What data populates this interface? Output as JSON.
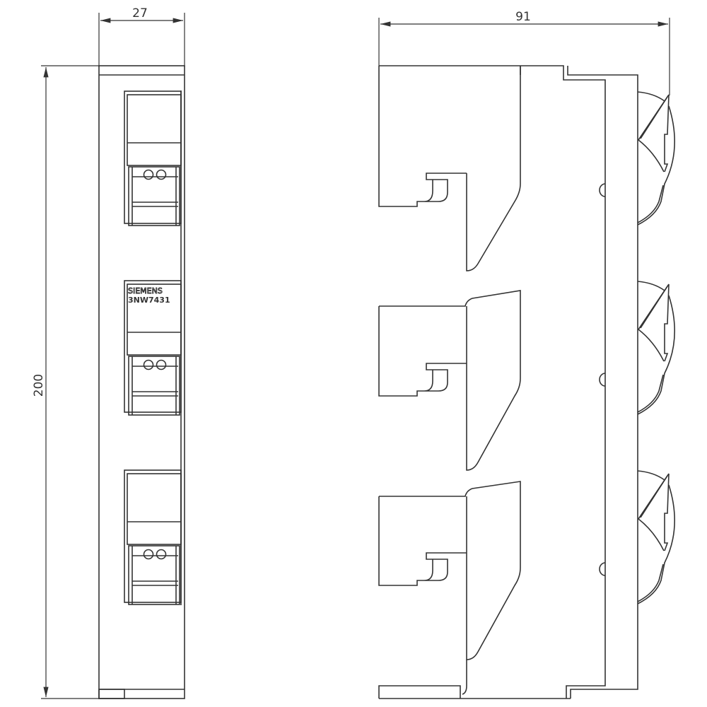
{
  "drawing": {
    "type": "technical dimension drawing",
    "views": [
      "front-view",
      "side-view"
    ],
    "line_color": "#333333",
    "background": "#ffffff"
  },
  "dimensions": {
    "width_front": "27",
    "depth_side": "91",
    "height": "200"
  },
  "product": {
    "brand": "SIEMENS",
    "model": "3NW7431"
  },
  "front_view": {
    "terminal_count": 3
  },
  "side_view": {
    "clamp_count": 3
  }
}
